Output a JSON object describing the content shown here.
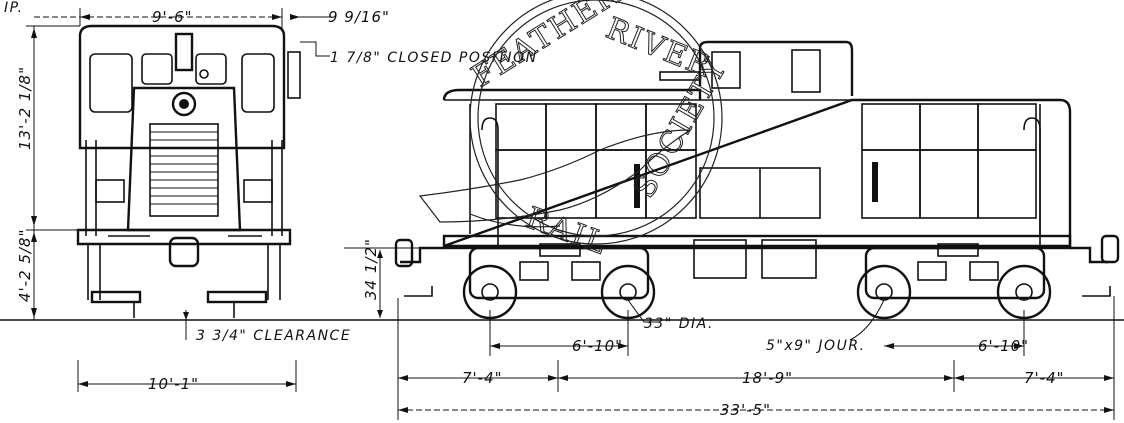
{
  "drawing": {
    "dims": {
      "front_width_top": "9'-6\"",
      "offset_top": "9 9/16\"",
      "closed_position_note": "1 7/8\" CLOSED POSITION",
      "height_overall": "13'-2 1/8\"",
      "height_lower": "4'-2 5/8\"",
      "coupler_height": "34 1/2\"",
      "clearance_note": "3 3/4\" CLEARANCE",
      "front_width_bottom": "10'-1\"",
      "wheel_dia": "33\" DIA.",
      "journal": "5\"x9\" JOUR.",
      "wheelbase_left": "6'-10\"",
      "wheelbase_right": "6'-10\"",
      "end_left": "7'-4\"",
      "truck_centers": "18'-9\"",
      "end_right": "7'-4\"",
      "overall_length": "33'-5\""
    },
    "corner_mark": "IP.",
    "seal_text": "FEATHER RIVER RAIL SOCIETY"
  }
}
